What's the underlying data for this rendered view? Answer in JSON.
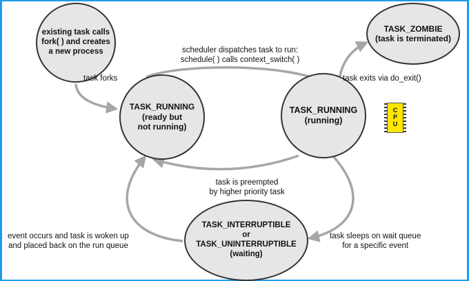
{
  "states": {
    "fork": {
      "lines": [
        "existing task calls",
        "fork( ) and creates",
        "a new process"
      ]
    },
    "ready": {
      "lines": [
        "TASK_RUNNING",
        "(ready but",
        "not running)"
      ]
    },
    "running": {
      "lines": [
        "TASK_RUNNING",
        "(running)"
      ]
    },
    "zombie": {
      "lines": [
        "TASK_ZOMBIE",
        "(task is terminated)"
      ]
    },
    "waiting": {
      "lines": [
        "TASK_INTERRUPTIBLE",
        "or",
        "TASK_UNINTERRUPTIBLE",
        "(waiting)"
      ]
    }
  },
  "transitions": {
    "dispatch": [
      "scheduler dispatches task to run:",
      "schedule( ) calls context_switch( )"
    ],
    "forks": "task forks",
    "exit": "task exits via do_exit()",
    "preempt": [
      "task is preempted",
      "by higher priority task"
    ],
    "woken": [
      "event occurs and task is woken up",
      "and placed back on the run queue"
    ],
    "sleeps": [
      "task sleeps on wait queue",
      "for a specific event"
    ]
  },
  "cpu_icon": {
    "name": "cpu-chip-icon",
    "letters": [
      "C",
      "P",
      "U"
    ],
    "color": "#ffe600"
  },
  "colors": {
    "node_fill": "#e6e6e6",
    "node_border": "#333333",
    "arrow": "#a6a6a6",
    "frame": "#1e9be8"
  }
}
